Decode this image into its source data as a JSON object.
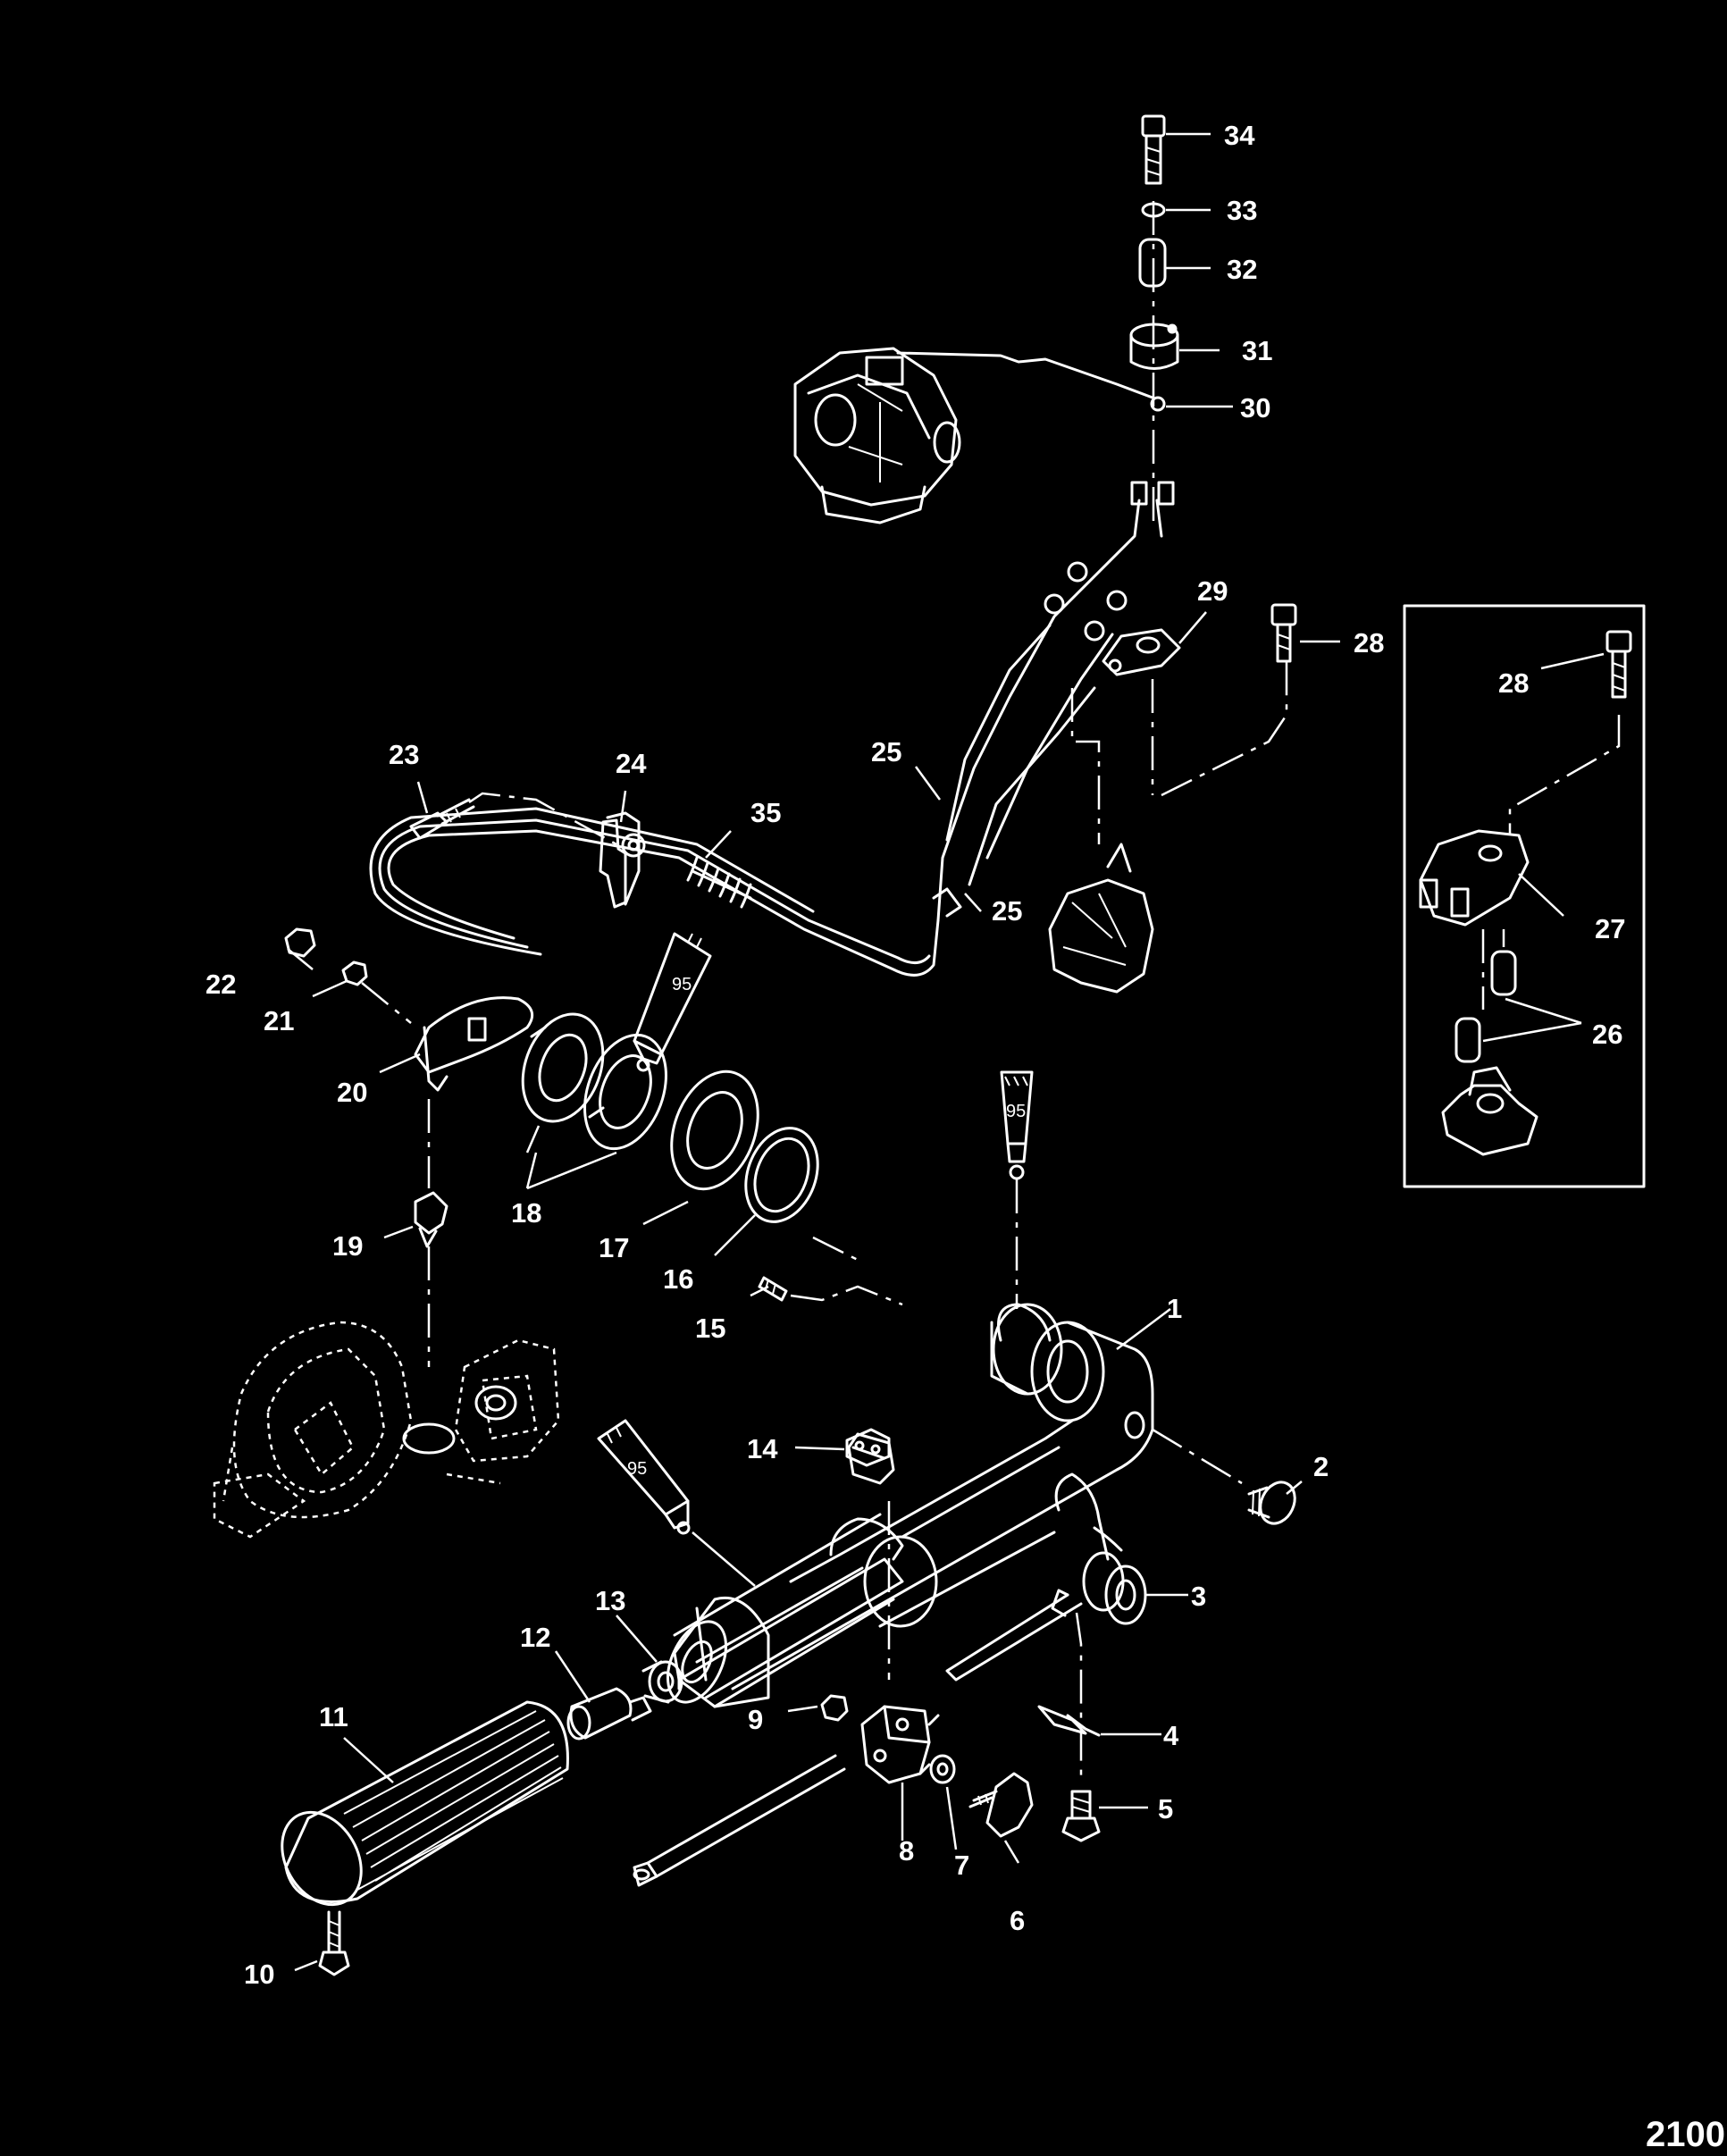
{
  "figure_number": "2100",
  "callouts": {
    "c1": "1",
    "c2": "2",
    "c3": "3",
    "c4": "4",
    "c5": "5",
    "c6": "6",
    "c7": "7",
    "c8": "8",
    "c9": "9",
    "c10": "10",
    "c11": "11",
    "c12": "12",
    "c13": "13",
    "c14": "14",
    "c15": "15",
    "c16": "16",
    "c17": "17",
    "c18": "18",
    "c19": "19",
    "c20": "20",
    "c21": "21",
    "c22": "22",
    "c23": "23",
    "c24": "24",
    "c25a": "25",
    "c25b": "25",
    "c26": "26",
    "c27": "27",
    "c28": "28",
    "c28b": "28",
    "c29": "29",
    "c30": "30",
    "c31": "31",
    "c32": "32",
    "c33": "33",
    "c34": "34",
    "c35": "35"
  },
  "lubricant_tubes": {
    "t1": "95",
    "t2": "95",
    "t3": "95"
  }
}
